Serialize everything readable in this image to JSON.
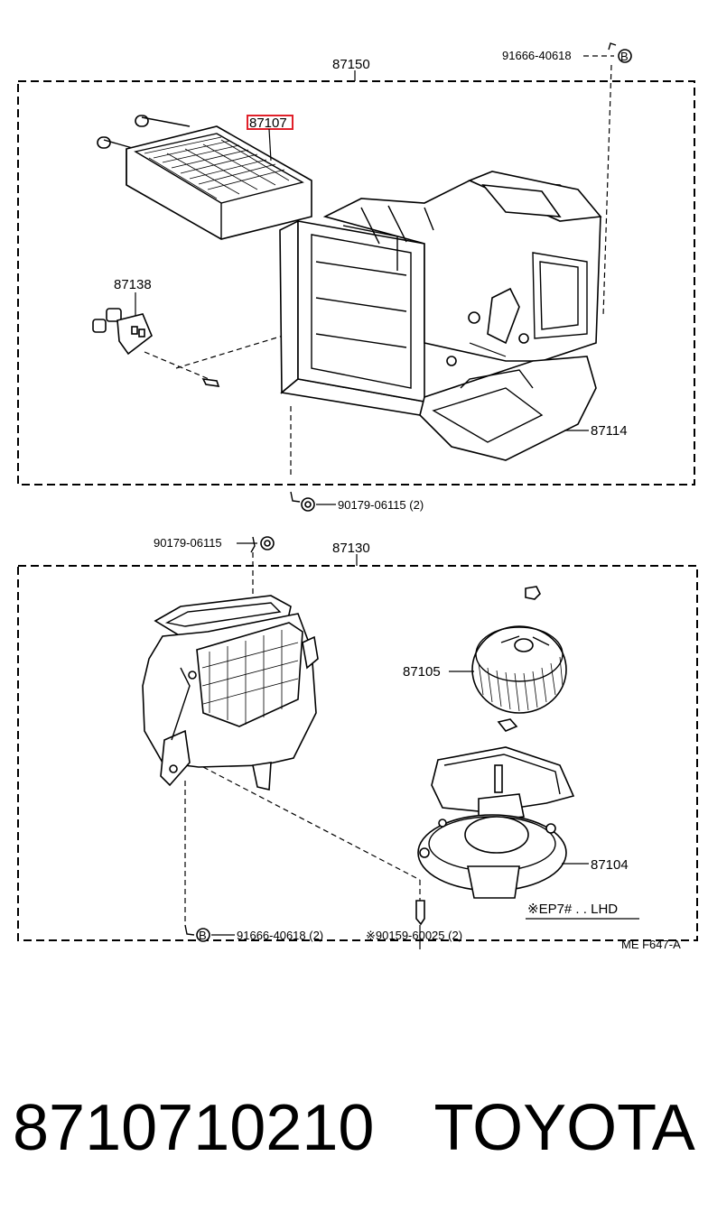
{
  "labels": {
    "assembly_upper": "87150",
    "heater_core": "87107",
    "bolt_top": "91666-40618",
    "marker_b": "B",
    "connector": "87138",
    "case_87114": "87114",
    "nut_bottom_upper": "90179-06115 (2)",
    "nut_lower_top": "90179-06115",
    "assembly_lower": "87130",
    "fan": "87105",
    "motor": "87104",
    "note": "※EP7# . . LHD",
    "bolt_bottom": "91666-40618 (2)",
    "screw_bottom": "※90159-60025 (2)",
    "figure_code": "ME  F647-A"
  },
  "caption": {
    "part_number": "8710710210",
    "brand": "TOYOTA"
  },
  "colors": {
    "highlight": "#e0202a",
    "ink": "#000000"
  }
}
